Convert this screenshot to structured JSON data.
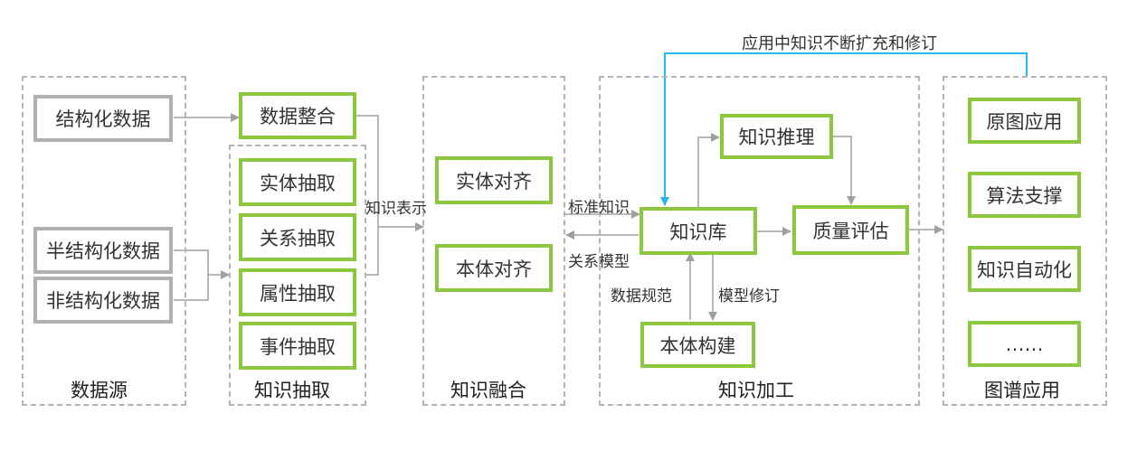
{
  "feedback_label": "应用中知识不断扩充和修订",
  "source": {
    "title": "数据源",
    "structured": "结构化数据",
    "semi_structured": "半结构化数据",
    "unstructured": "非结构化数据"
  },
  "integration": {
    "label": "数据整合"
  },
  "extraction": {
    "title": "知识抽取",
    "items": [
      "实体抽取",
      "关系抽取",
      "属性抽取",
      "事件抽取"
    ]
  },
  "fusion": {
    "title": "知识融合",
    "entity_align": "实体对齐",
    "ontology_align": "本体对齐"
  },
  "processing": {
    "title": "知识加工",
    "reasoning": "知识推理",
    "knowledge_base": "知识库",
    "quality": "质量评估",
    "ontology_build": "本体构建"
  },
  "application": {
    "title": "图谱应用",
    "items": [
      "原图应用",
      "算法支撑",
      "知识自动化",
      "……"
    ]
  },
  "edge_labels": {
    "knowledge_repr": "知识表示",
    "standard_knowledge": "标准知识",
    "relation_model": "关系模型",
    "data_spec": "数据规范",
    "model_revision": "模型修订"
  },
  "colors": {
    "green_border": "#8dc63f",
    "grey_border": "#b0b0b0",
    "arrow": "#a0a0a0",
    "feedback_line": "#29b6e8",
    "dashed_border": "#b3b3b3"
  }
}
